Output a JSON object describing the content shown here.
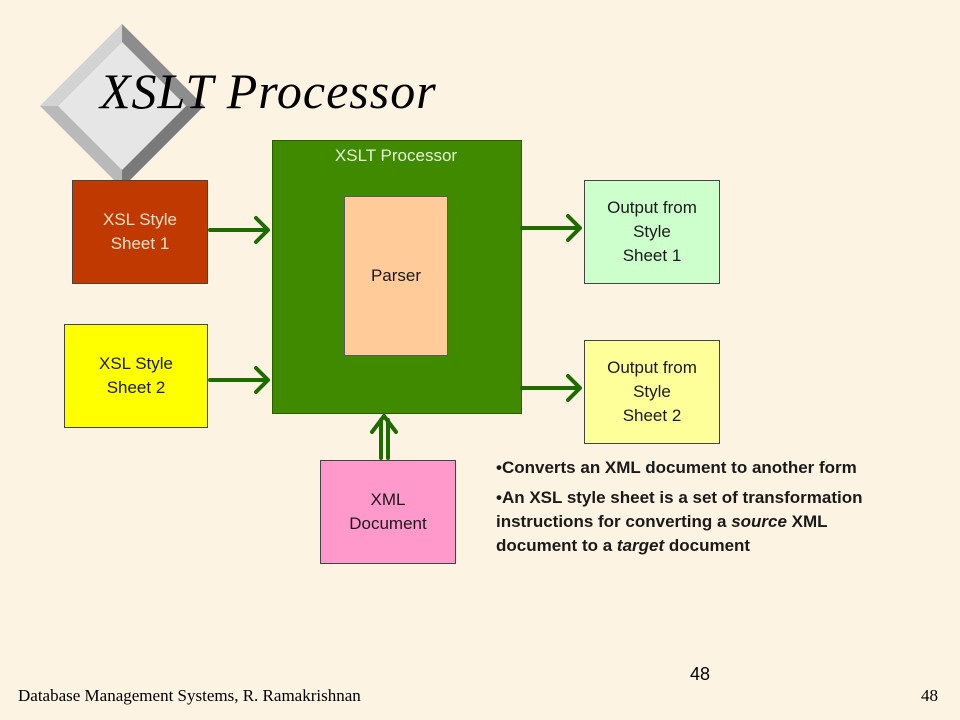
{
  "slide": {
    "title": "XSLT Processor",
    "page_number": "48",
    "footer_left": "Database Management Systems, R. Ramakrishnan",
    "footer_right": "48"
  },
  "diagram": {
    "processor_label": "XSLT Processor",
    "parser_label": "Parser",
    "xsl_style_sheet_1": "XSL Style\nSheet 1",
    "xsl_style_sheet_2": "XSL Style\nSheet 2",
    "output_1": "Output from\nStyle\nSheet 1",
    "output_2": "Output from\nStyle\nSheet 2",
    "xml_document": "XML\nDocument"
  },
  "notes": {
    "bullet_1": "Converts an XML document to another form",
    "bullet_2_parts": [
      "An XSL style sheet is a set of transformation instructions for converting a ",
      "source",
      " XML document to a ",
      "target",
      " document"
    ]
  },
  "colors": {
    "background": "#fdf3e3",
    "processor": "#408a00",
    "parser": "#ffcc99",
    "xsl_1": "#c03a00",
    "xsl_2": "#ffff00",
    "output_1": "#ccffcc",
    "output_2": "#ffff99",
    "xml_document": "#ff99cc",
    "arrow": "#1e6b00"
  },
  "icons": {
    "title_decoration": "diamond-bullet-icon"
  }
}
